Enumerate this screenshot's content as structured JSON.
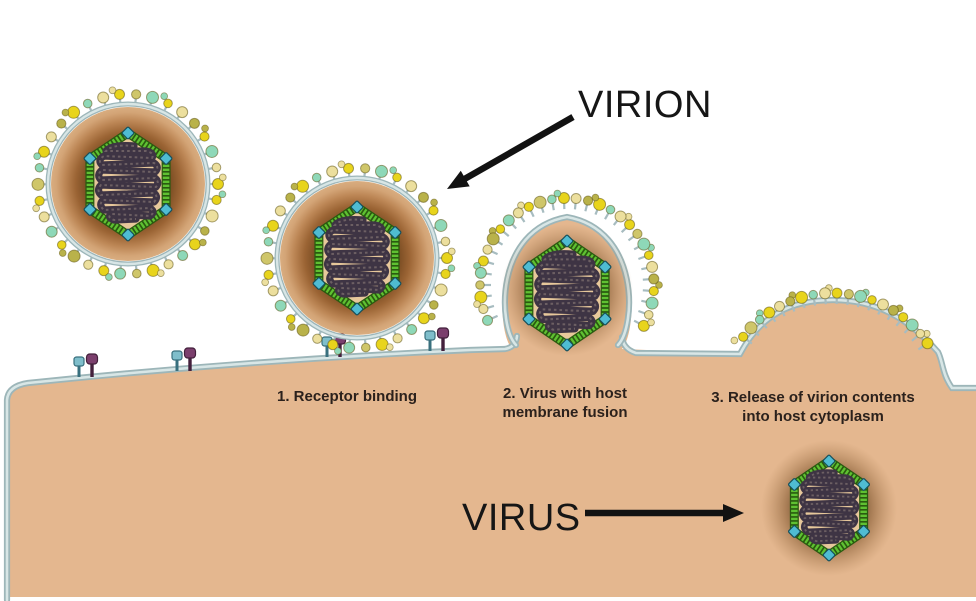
{
  "labels": {
    "virion": "VIRION",
    "virus": "VIRUS"
  },
  "steps": [
    {
      "lines": [
        "1. Receptor binding",
        ""
      ]
    },
    {
      "lines": [
        "2. Virus with host",
        "membrane fusion"
      ]
    },
    {
      "lines": [
        "3. Release of virion contents",
        "into host cytoplasm"
      ]
    }
  ],
  "colors": {
    "background": "#ffffff",
    "cell_fill": "#e4b78f",
    "membrane_outer": "#9db6b9",
    "membrane_inner": "#d8e6e6",
    "envelope_dark": "#73461f",
    "envelope_light": "#d9ad80",
    "capsid_green": "#5fc132",
    "capsid_green_dark": "#2a5a10",
    "capsid_fill": "#e7c89b",
    "capsid_corner": "#4fbcd2",
    "capsid_corner_dark": "#17505c",
    "genome": "#3e3444",
    "genome_texture": "rgba(230,210,180,0.28)",
    "spike_yellow": "#e8d41c",
    "spike_pale": "#ecdf9e",
    "spike_teal": "#8ed8b8",
    "spike_olive": "#b9b24a",
    "spike_gold": "#cfc66a",
    "spike_stem": "#a7bcc0",
    "spike_outline": "rgba(96,86,20,0.55)",
    "receptor_teal": "#7fbecb",
    "receptor_teal_dark": "#39707e",
    "receptor_purple": "#7b3f6d",
    "receptor_purple_dark": "#43203c",
    "arrow": "#121212",
    "step_text": "#2b211c",
    "big_label_text": "#161616"
  }
}
